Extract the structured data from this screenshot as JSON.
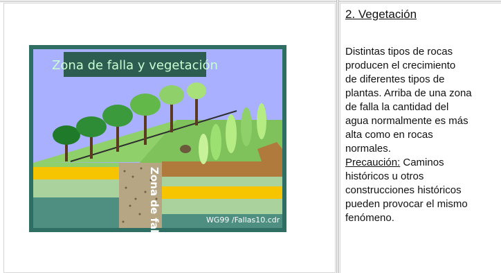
{
  "figure": {
    "title": "Zona de falla y vegetación",
    "fault_label": "Zona de falla",
    "credit": "WG99 /Fallas10.cdr",
    "colors": {
      "sky": "#a8b0ff",
      "frame": "#2f6f63",
      "title_bg": "#2d5c50",
      "title_text": "#c7ffd2",
      "grass": "#8fd06a",
      "layer_yellow": "#f7c400",
      "layer_green": "#a9d29d",
      "layer_teal": "#4f8f82",
      "layer_brown": "#b07a3d",
      "trunk": "#5b3a1f"
    }
  },
  "article": {
    "heading": "2. Vegetación",
    "lines": [
      "Distintas tipos de rocas",
      "producen el crecimiento",
      "de diferentes tipos de",
      "plantas. Arriba de una zona",
      "de falla la cantidad del",
      "agua normalmente es más",
      "alta como en rocas",
      "normales."
    ],
    "caution_label": "Precaución:",
    "caution_rest": " Caminos",
    "caution_lines": [
      "históricos u otros",
      "construcciones históricos",
      "pueden provocar el mismo",
      "fenómeno."
    ]
  }
}
